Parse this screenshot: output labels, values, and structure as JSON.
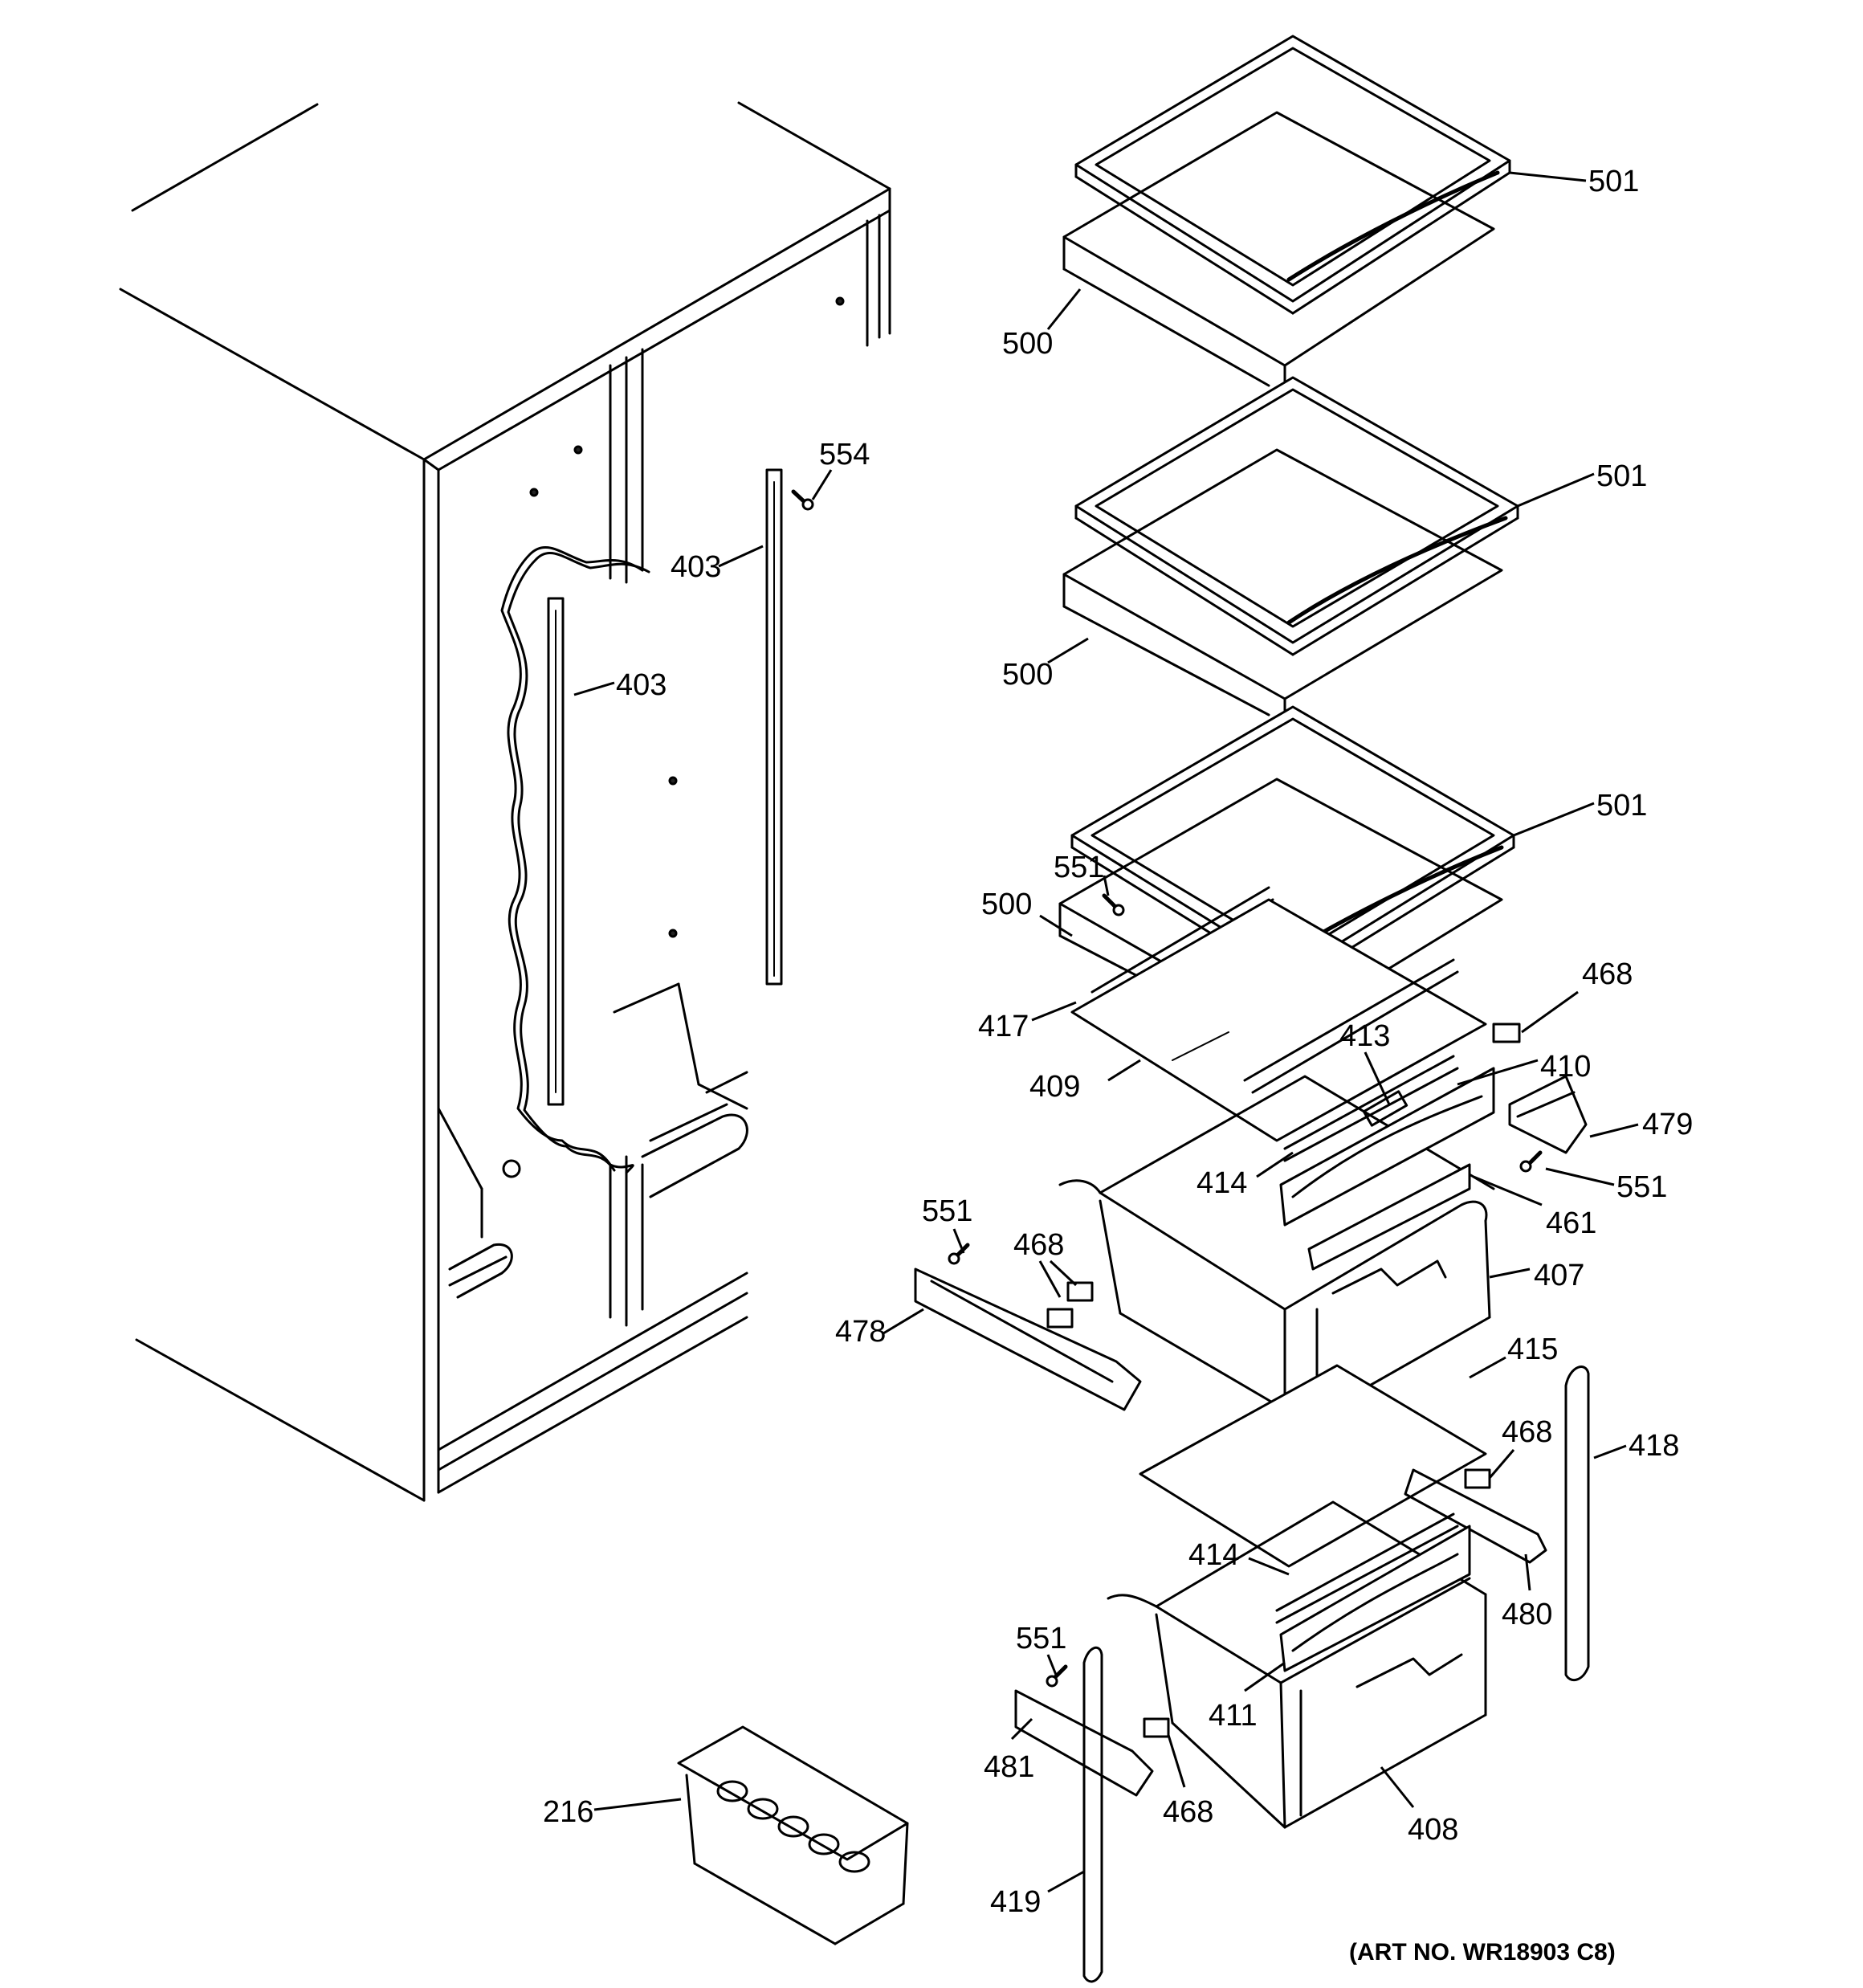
{
  "callouts": {
    "c501a": "501",
    "c500a": "500",
    "c501b": "501",
    "c500b": "500",
    "c554": "554",
    "c403a": "403",
    "c403b": "403",
    "c501c": "501",
    "c551a": "551",
    "c500c": "500",
    "c468a": "468",
    "c417": "417",
    "c413": "413",
    "c410": "410",
    "c409": "409",
    "c479": "479",
    "c414a": "414",
    "c551b": "551",
    "c461": "461",
    "c551c": "551",
    "c468b": "468",
    "c407": "407",
    "c478": "478",
    "c415": "415",
    "c468c": "468",
    "c418": "418",
    "c414b": "414",
    "c480": "480",
    "c551d": "551",
    "c411": "411",
    "c481": "481",
    "c468d": "468",
    "c216": "216",
    "c408": "408",
    "c419": "419"
  },
  "art_number": "(ART NO. WR18903 C8)"
}
